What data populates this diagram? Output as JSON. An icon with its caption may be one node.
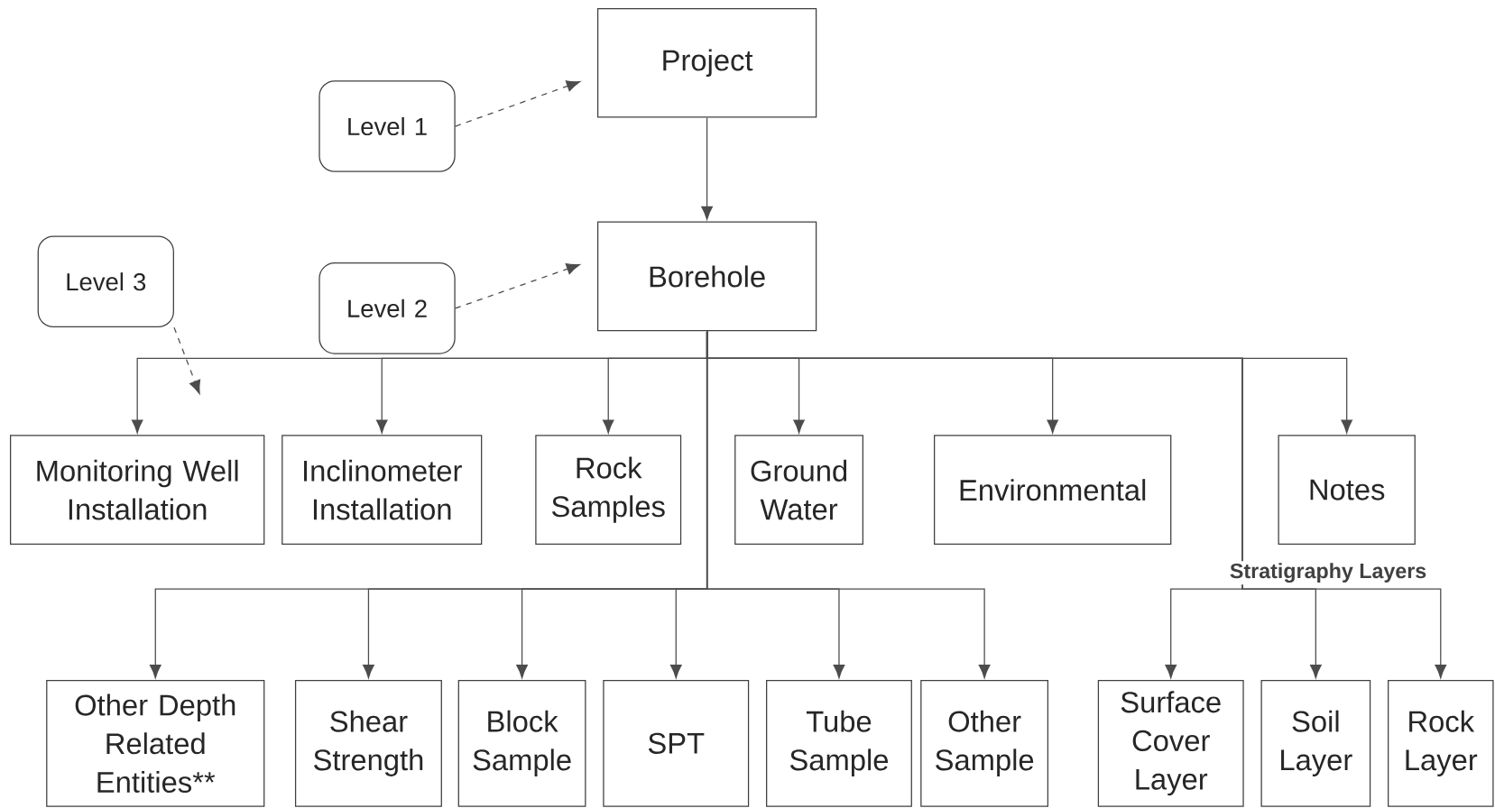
{
  "diagram": {
    "nodes": [
      {
        "text": [
          "Project"
        ]
      },
      {
        "text": [
          "Level 1"
        ]
      },
      {
        "text": [
          "Borehole"
        ]
      },
      {
        "text": [
          "Level 2"
        ]
      },
      {
        "text": [
          "Level 3"
        ]
      },
      {
        "text": [
          "Monitoring Well Installation"
        ]
      },
      {
        "text": [
          "Inclinometer Installation"
        ]
      },
      {
        "text": [
          "Rock Samples"
        ]
      },
      {
        "text": [
          "Ground Water"
        ]
      },
      {
        "text": [
          "Environmental"
        ]
      },
      {
        "text": [
          "Notes"
        ]
      },
      {
        "text": [
          "Other Depth Related Entities**"
        ]
      },
      {
        "text": [
          "Shear Strength"
        ]
      },
      {
        "text": [
          "Block Sample"
        ]
      },
      {
        "text": [
          "SPT"
        ]
      },
      {
        "text": [
          "Tube Sample"
        ]
      },
      {
        "text": [
          "Other Sample"
        ]
      },
      {
        "text": [
          "Surface Cover Layer"
        ]
      },
      {
        "text": [
          "Soil Layer"
        ]
      },
      {
        "text": [
          "Rock Layer"
        ]
      }
    ],
    "edges": [
      {
        "from": 0,
        "to": 2,
        "arrow": "to"
      },
      {
        "from": 1,
        "to": null,
        "arrow": "to",
        "style": "dashed"
      },
      {
        "from": 3,
        "to": null,
        "arrow": "to",
        "style": "dashed"
      },
      {
        "from": 4,
        "to": null,
        "arrow": "to",
        "style": "dashed"
      },
      {
        "from": 2,
        "to": 5,
        "arrow": "to"
      },
      {
        "from": 2,
        "to": 6,
        "arrow": "to"
      },
      {
        "from": 2,
        "to": 7,
        "arrow": "to"
      },
      {
        "from": 2,
        "to": 8,
        "arrow": "to"
      },
      {
        "from": 2,
        "to": 9,
        "arrow": "to"
      },
      {
        "from": 2,
        "to": 10,
        "arrow": "to"
      },
      {
        "from": 2,
        "to": 11,
        "arrow": "to"
      },
      {
        "from": 2,
        "to": 12,
        "arrow": "to"
      },
      {
        "from": 2,
        "to": 13,
        "arrow": "to"
      },
      {
        "from": 2,
        "to": 14,
        "arrow": "to"
      },
      {
        "from": 2,
        "to": 15,
        "arrow": "to"
      },
      {
        "from": 2,
        "to": 16,
        "arrow": "to"
      },
      {
        "from": 2,
        "to": 17,
        "arrow": "to"
      },
      {
        "from": 2,
        "to": 18,
        "arrow": "to"
      },
      {
        "from": 2,
        "to": 19,
        "arrow": "to"
      }
    ],
    "labels": [
      "Stratigraphy Layers"
    ]
  }
}
